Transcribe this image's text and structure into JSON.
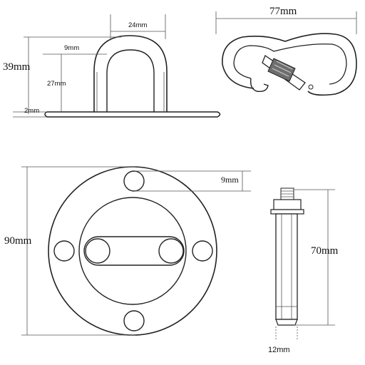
{
  "diagram": {
    "eye_plate_side": {
      "width_top": "24mm",
      "inner_gap": "9mm",
      "total_height": "39mm",
      "loop_height": "27mm",
      "plate_thickness": "2mm"
    },
    "carabiner": {
      "length": "77mm"
    },
    "base_plate_top": {
      "diameter": "90mm",
      "hole_size": "9mm"
    },
    "anchor_bolt": {
      "length": "70mm",
      "diameter": "12mm"
    }
  },
  "colors": {
    "line": "#222222",
    "fill": "#ffffff"
  }
}
